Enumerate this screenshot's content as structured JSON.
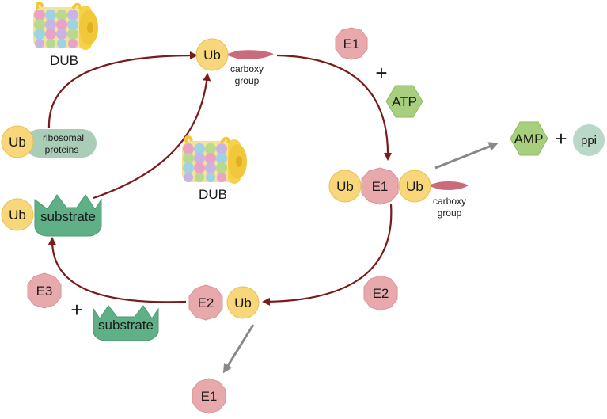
{
  "labels": {
    "ub": "Ub",
    "e1": "E1",
    "e2": "E2",
    "e3": "E3",
    "atp": "ATP",
    "amp": "AMP",
    "ppi": "ppi",
    "plus": "+",
    "dub": "DUB",
    "substrate": "substrate",
    "ribosomal_line1": "ribosomal",
    "ribosomal_line2": "proteins",
    "carboxy_line1": "carboxy",
    "carboxy_line2": "group"
  },
  "colors": {
    "ub_fill": "#f7d77a",
    "ub_stroke": "#e8c15a",
    "enzyme_fill": "#e7a9ab",
    "enzyme_stroke": "#d99497",
    "hexagon_fill": "#a8cf7e",
    "hexagon_stroke": "#8dba63",
    "ppi_fill": "#b9d8c8",
    "ribosomal_fill": "#a9cdb6",
    "substrate_fill": "#5fb086",
    "substrate_stroke": "#4e9a72",
    "tail_fill": "#c96b7b",
    "cycle_arrow": "#7a1a1a",
    "side_arrow": "#888888",
    "proteasome_stack": [
      "#e9a3c7",
      "#b8d98e",
      "#9fd3e3",
      "#c9b5e3",
      "#f4e17a"
    ]
  }
}
